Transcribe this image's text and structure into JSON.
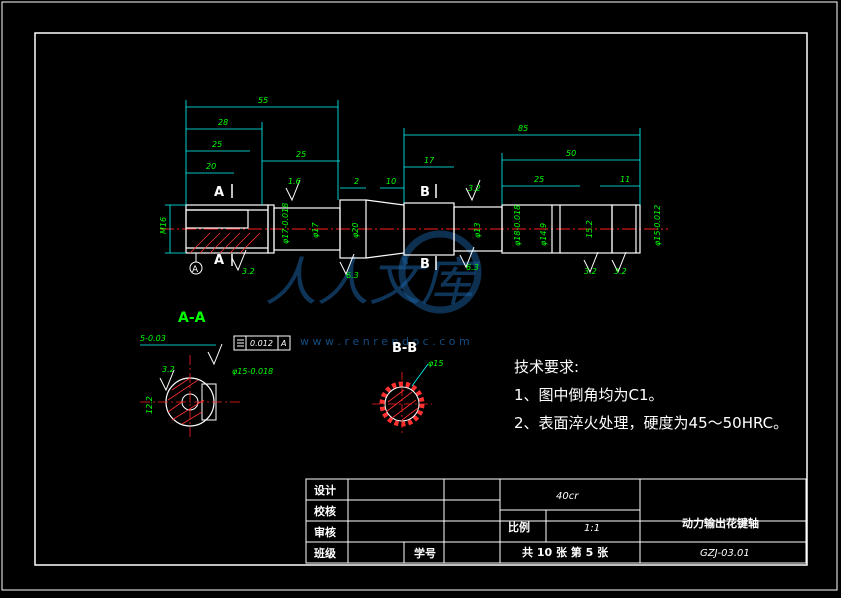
{
  "dimensions": {
    "d55": "55",
    "d28": "28",
    "d25a": "25",
    "d20": "20",
    "d25b": "25",
    "d16": "1.6",
    "d2": "2",
    "d10": "10",
    "d17": "17",
    "d85": "85",
    "d50": "50",
    "d25c": "25",
    "d11": "11",
    "d32a": "3.2",
    "d32b": "3.2",
    "d32c": "3.2",
    "d32d": "3.2",
    "d63a": "6.3",
    "d63b": "6.3",
    "m16": "M16",
    "phi17a": "φ17-0.018",
    "phi17b": "φ17",
    "phi20": "φ20",
    "phi13": "φ13",
    "phi18": "φ18-0.018",
    "phi15a": "φ15-0.012",
    "phi15c": "φ15",
    "phi152": "15.2",
    "phi149": "φ14.9",
    "datumA": "A"
  },
  "section_labels": {
    "a1": "A",
    "a2": "A",
    "b1": "B",
    "b2": "B",
    "aa": "A-A",
    "bb": "B-B"
  },
  "section_aa": {
    "dim5": "5-0.03",
    "dimphi15": "φ15-0.018",
    "dim122": "12.2",
    "dim32": "3.2",
    "tol_value": "0.012",
    "tol_datum": "A"
  },
  "section_bb": {
    "phi15": "φ15"
  },
  "watermark": {
    "text": "人人文库",
    "url": "w w w . r e n r e n d o c . c o m"
  },
  "tech": {
    "title": "技术要求:",
    "line1": "1、图中倒角均为C1。",
    "line2": "2、表面淬火处理，硬度为45～50HRC。"
  },
  "title_block": {
    "design": "设计",
    "check": "校核",
    "review": "审核",
    "class": "班级",
    "student_no": "学号",
    "material": "40cr",
    "scale_label": "比例",
    "scale_value": "1:1",
    "part_name": "动力输出花键轴",
    "sheets": "共 10 张  第 5 张",
    "drawing_no": "GZJ-03.01"
  }
}
